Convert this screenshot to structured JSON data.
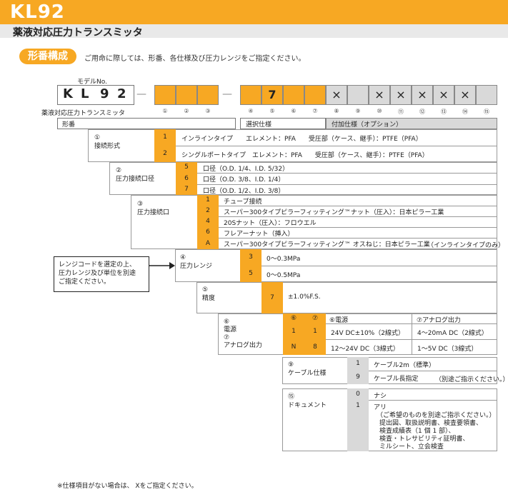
{
  "header": {
    "title": "KL92",
    "subtitle": "薬液対応圧力トランスミッタ"
  },
  "section": {
    "pill": "形番構成",
    "intro": "ご用命に際しては、形番、各仕様及び圧力レンジをご指定ください。"
  },
  "model": {
    "label": "モデルNo.",
    "letters": [
      "K",
      "L",
      "9",
      "2"
    ],
    "dash": "—",
    "fixed_code": "7",
    "x_mark": "×",
    "name": "薬液対応圧力トランスミッタ",
    "positions": [
      "①",
      "②",
      "③",
      "④",
      "⑤",
      "⑥",
      "⑦",
      "⑧",
      "⑨",
      "⑩",
      "⑪",
      "⑫",
      "⑬",
      "⑭",
      "⑮"
    ],
    "keiban": "形番",
    "sentaku": "選択仕様",
    "fuka": "付加仕様（オプション）"
  },
  "connection_type": {
    "label_num": "①",
    "label": "接続形式",
    "options": [
      {
        "code": "1",
        "text": "インラインタイプ　　エレメント：PFA　　受圧部（ケース、継手）：PTFE（PFA）"
      },
      {
        "code": "2",
        "text": "シングルポートタイプ　エレメント：PFA　　受圧部（ケース、継手）：PTFE（PFA）"
      }
    ]
  },
  "port_size": {
    "label_num": "②",
    "label": "圧力接続口径",
    "options": [
      {
        "code": "5",
        "text": "口径（O.D. 1/4、I.D. 5/32）"
      },
      {
        "code": "6",
        "text": "口径（O.D. 3/8、I.D. 1/4）"
      },
      {
        "code": "7",
        "text": "口径（O.D. 1/2、I.D. 3/8）"
      }
    ]
  },
  "port_type": {
    "label_num": "③",
    "label": "圧力接続口",
    "options": [
      {
        "code": "1",
        "text": "チューブ接続",
        "note": ""
      },
      {
        "code": "2",
        "text": "スーパー300タイプピラーフィッティング™ナット（圧入）：日本ピラー工業",
        "note": ""
      },
      {
        "code": "4",
        "text": "20Sナット（圧入）：フロウエル",
        "note": ""
      },
      {
        "code": "6",
        "text": "フレアーナット（挿入）",
        "note": ""
      },
      {
        "code": "A",
        "text": "スーパー300タイプピラーフィッティング™ オスねじ：日本ピラー工業",
        "note": "（インラインタイプのみ）"
      }
    ]
  },
  "range_note": "レンジコードを選定の上、\n圧力レンジ及び単位を別途\nご指定ください。",
  "pressure_range": {
    "label_num": "④",
    "label": "圧力レンジ",
    "options": [
      {
        "code": "3",
        "text": "0～0.3MPa"
      },
      {
        "code": "5",
        "text": "0～0.5MPa"
      }
    ]
  },
  "accuracy": {
    "label_num": "⑤",
    "label": "精度",
    "code": "7",
    "text": "±1.0%F.S."
  },
  "power": {
    "label_num1": "⑥",
    "label1": "電源",
    "label_num2": "⑦",
    "label2": "アナログ出力",
    "head": [
      "⑥",
      "⑦",
      "⑥電源",
      "⑦アナログ出力"
    ],
    "rows": [
      {
        "c6": "1",
        "c7": "1",
        "power": "24V DC±10%（2線式）",
        "output": "4～20mA DC（2線式）"
      },
      {
        "c6": "N",
        "c7": "8",
        "power": "12～24V DC（3線式）",
        "output": "1～5V DC（3線式）"
      }
    ]
  },
  "cable": {
    "label_num": "⑨",
    "label": "ケーブル仕様",
    "options": [
      {
        "code": "1",
        "text": "ケーブル2m（標準）",
        "note": ""
      },
      {
        "code": "9",
        "text": "ケーブル長指定",
        "note": "（別途ご指示ください。）"
      }
    ]
  },
  "document": {
    "label_num": "⑮",
    "label": "ドキュメント",
    "options": [
      {
        "code": "0",
        "text": "ナシ"
      },
      {
        "code": "1",
        "text": "アリ",
        "lines": [
          "（ご希望のものを別途ご指示ください。）",
          "提出図、取扱説明書、検査要領書、",
          "検査成績表（1 個 1 部）、",
          "検査・トレサビリティ証明書、",
          "ミルシート、立会検査"
        ]
      }
    ]
  },
  "footnote": "※仕様項目がない場合は、 Xをご指定ください。",
  "colors": {
    "accent": "#f7a823",
    "gray": "#d9d9d9",
    "band": "#e9e9e9"
  }
}
